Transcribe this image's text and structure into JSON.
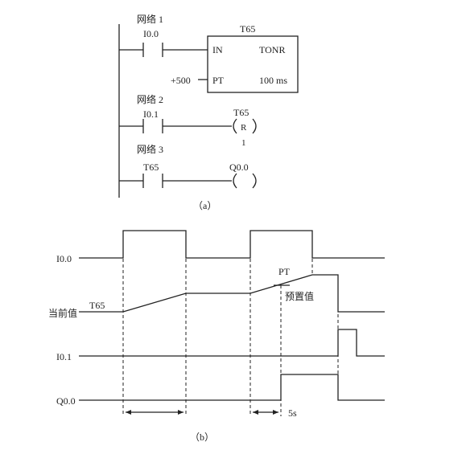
{
  "part_a": {
    "network1": {
      "title": "网络 1",
      "contact": "I0.0"
    },
    "timer": {
      "name": "T65",
      "type": "TONR",
      "in_label": "IN",
      "pt_label": "PT",
      "preset": "+500",
      "resolution": "100 ms"
    },
    "network2": {
      "title": "网络 2",
      "contact": "I0.1",
      "coil_target": "T65",
      "coil_type": "R",
      "coil_count": "1"
    },
    "network3": {
      "title": "网络 3",
      "contact": "T65",
      "coil_target": "Q0.0"
    },
    "caption": "（a）"
  },
  "part_b": {
    "signals": {
      "i00": "I0.0",
      "current": "当前值",
      "current_name": "T65",
      "i01": "I0.1",
      "q00": "Q0.0"
    },
    "pt_label": "PT",
    "preset_label": "预置值",
    "interval_label": "5s",
    "caption": "（b）"
  }
}
